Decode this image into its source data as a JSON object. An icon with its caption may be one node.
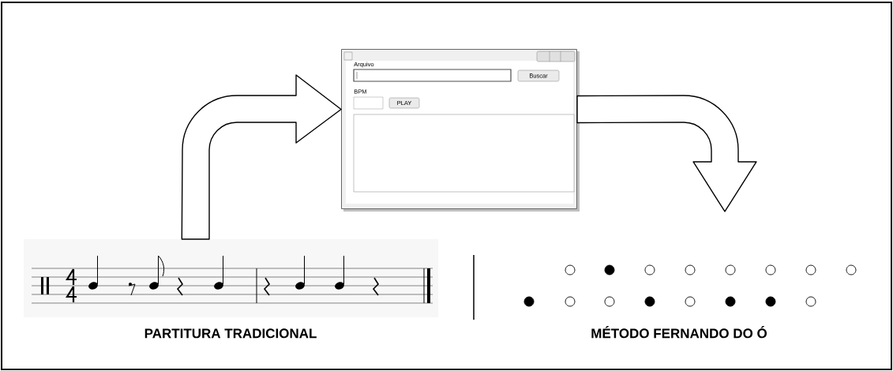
{
  "diagram": {
    "nodes": [
      {
        "text": [
          "PARTITURA TRADICIONAL"
        ]
      },
      {
        "text": [
          "Arquivo",
          "Buscar",
          "BPM",
          "PLAY"
        ]
      },
      {
        "text": [
          "MÉTODO FERNANDO DO Ó"
        ]
      }
    ],
    "edges": [
      {
        "from": 0,
        "to": 1,
        "arrow": "to"
      },
      {
        "from": 1,
        "to": 2,
        "arrow": "to"
      }
    ]
  }
}
